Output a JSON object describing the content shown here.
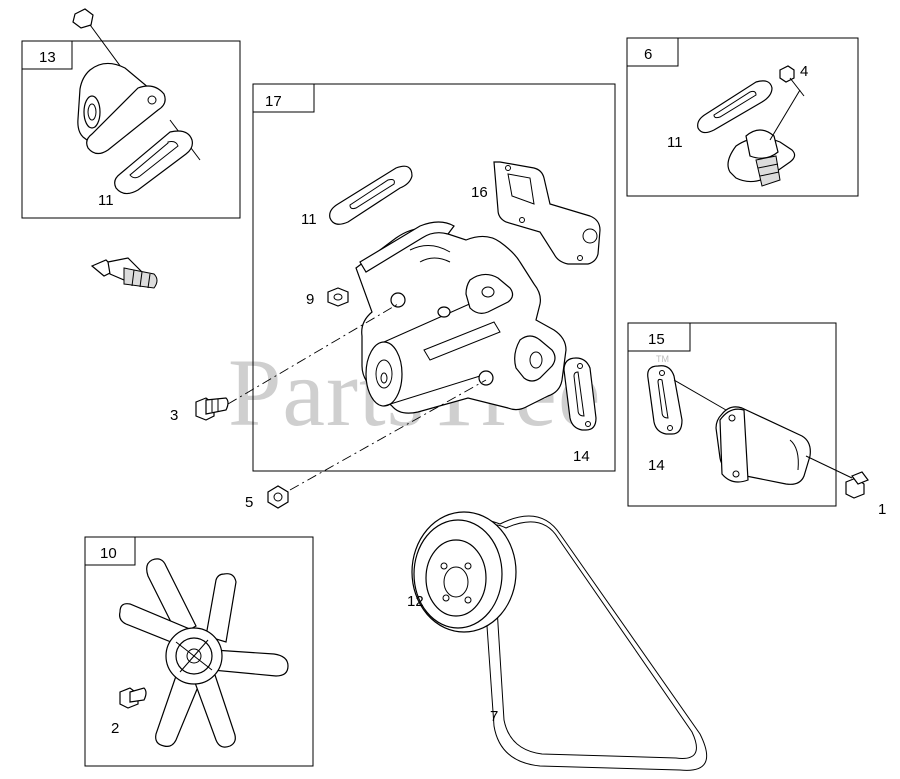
{
  "watermark": {
    "text": "PartsTree",
    "tm": "TM"
  },
  "boxes": {
    "b13": "13",
    "b17": "17",
    "b6": "6",
    "b15": "15",
    "b10": "10"
  },
  "callouts": {
    "c11_box13": "11",
    "c11_box17": "11",
    "c16": "16",
    "c9": "9",
    "c3": "3",
    "c14_box17": "14",
    "c5": "5",
    "c4": "4",
    "c11_box6": "11",
    "c14_box15": "14",
    "c1": "1",
    "c12": "12",
    "c7": "7",
    "c2": "2"
  },
  "colors": {
    "line": "#000000",
    "watermark": "#cfcfcf",
    "background": "#ffffff"
  }
}
